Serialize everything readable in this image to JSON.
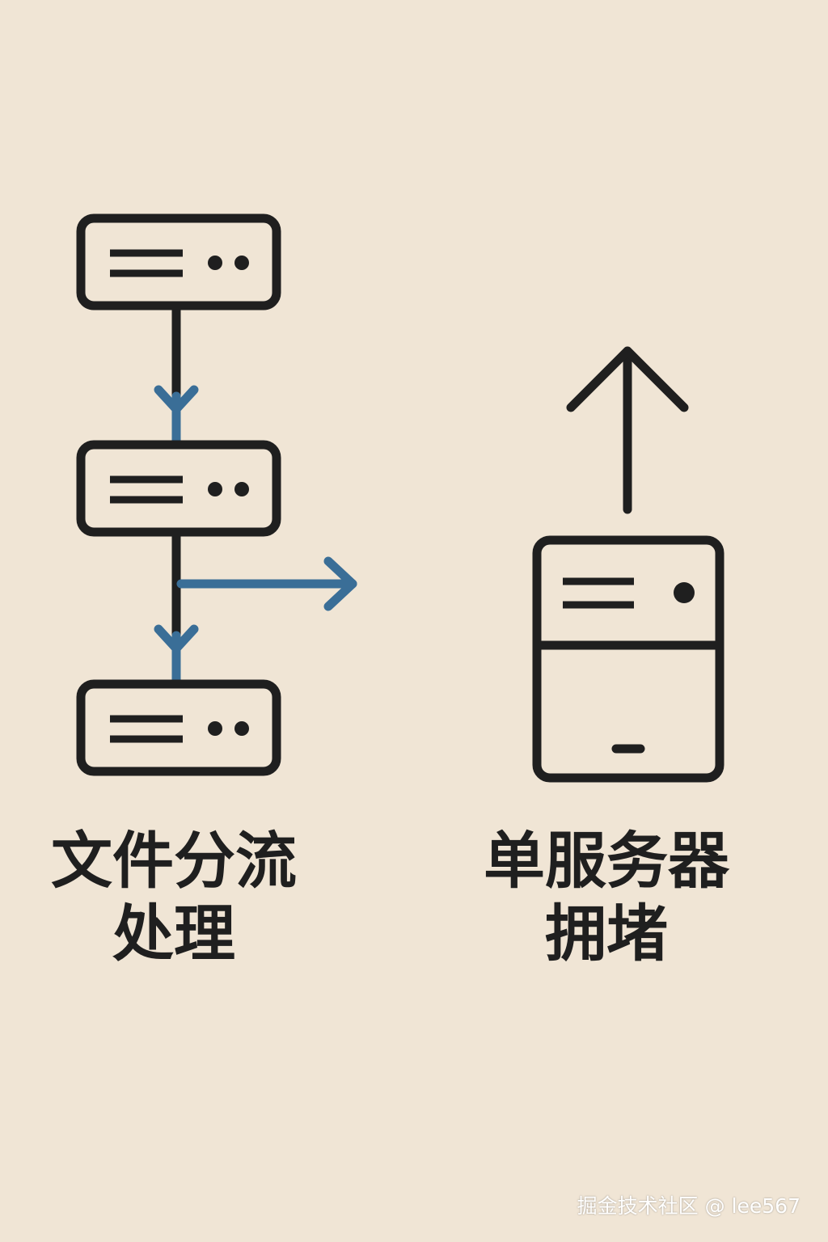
{
  "labels": {
    "left": {
      "line1": "文件分流",
      "line2": "处理"
    },
    "right": {
      "line1": "单服务器",
      "line2": "拥堵"
    }
  },
  "watermark": "掘金技术社区 @ lee567",
  "colors": {
    "background": "#f0e5d5",
    "stroke": "#1f1f1f",
    "accent": "#3a6e97"
  },
  "icons": {
    "left": [
      "server-icon",
      "server-icon",
      "server-icon",
      "down-arrow-icon",
      "right-arrow-icon"
    ],
    "right": [
      "server-tower-icon",
      "up-arrow-icon"
    ]
  }
}
